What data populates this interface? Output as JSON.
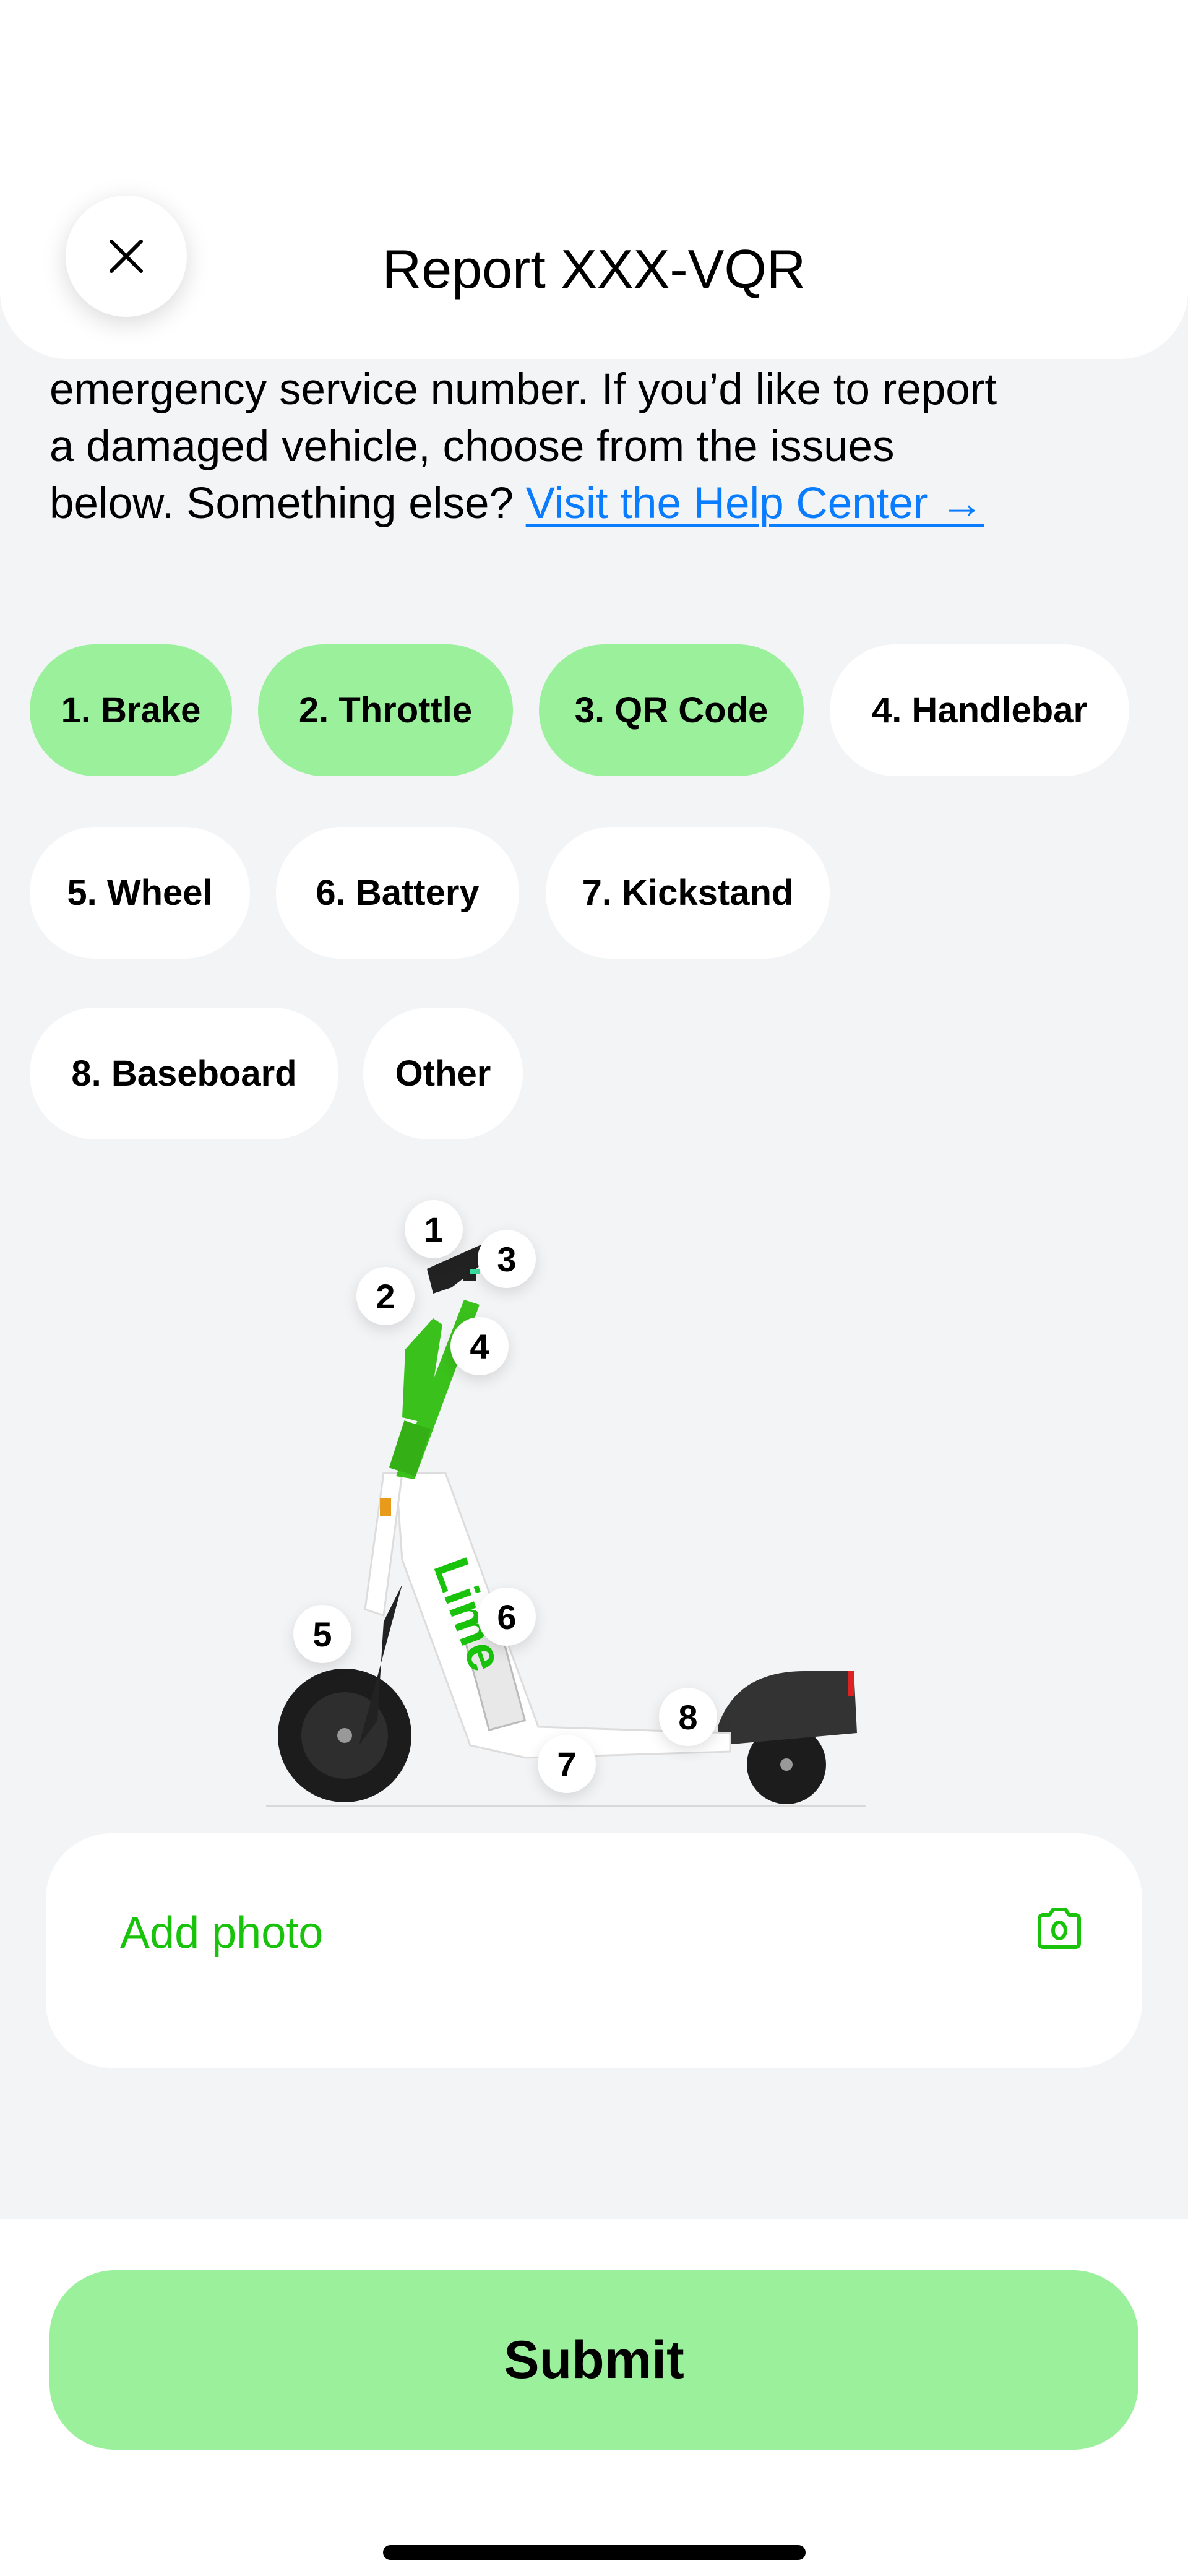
{
  "header": {
    "title": "Report XXX-VQR",
    "close_icon": "close-icon"
  },
  "intro": {
    "lines": [
      "emergency service number. If you’d like to report",
      "a damaged vehicle, choose from the issues",
      "below. Something else? "
    ],
    "link_label": "Visit the Help Center →"
  },
  "issues": [
    {
      "label": "1. Brake",
      "selected": true
    },
    {
      "label": "2. Throttle",
      "selected": true
    },
    {
      "label": "3. QR Code",
      "selected": true
    },
    {
      "label": "4. Handlebar",
      "selected": false
    },
    {
      "label": "5. Wheel",
      "selected": false
    },
    {
      "label": "6. Battery",
      "selected": false
    },
    {
      "label": "7. Kickstand",
      "selected": false
    },
    {
      "label": "8. Baseboard",
      "selected": false
    },
    {
      "label": "Other",
      "selected": false
    }
  ],
  "diagram": {
    "markers": [
      "1",
      "2",
      "3",
      "4",
      "5",
      "6",
      "7",
      "8"
    ],
    "brand": "Lime"
  },
  "photo": {
    "label": "Add photo",
    "icon": "camera-icon"
  },
  "footer": {
    "submit_label": "Submit"
  },
  "colors": {
    "selected": "#9bf09b",
    "accent_green": "#19c30b",
    "link": "#0a7cff",
    "background": "#f3f4f6"
  }
}
